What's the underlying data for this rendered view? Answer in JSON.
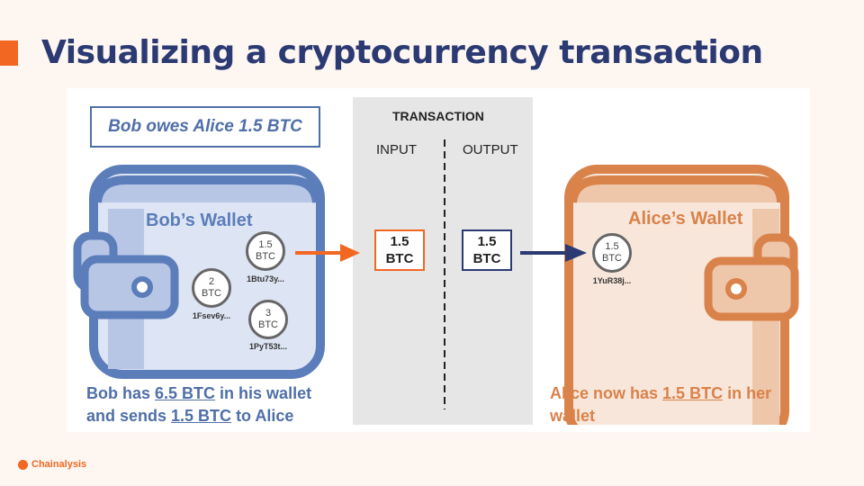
{
  "title": "Visualizing a cryptocurrency transaction",
  "owes": "Bob owes Alice 1.5 BTC",
  "transaction": {
    "heading": "TRANSACTION",
    "input_label": "INPUT",
    "output_label": "OUTPUT",
    "input_value": "1.5",
    "input_unit": "BTC",
    "output_value": "1.5",
    "output_unit": "BTC"
  },
  "bob": {
    "wallet_label": "Bob’s Wallet",
    "coins": [
      {
        "amount": "1.5",
        "unit": "BTC",
        "address": "1Btu73y..."
      },
      {
        "amount": "2",
        "unit": "BTC",
        "address": "1Fsev6y..."
      },
      {
        "amount": "3",
        "unit": "BTC",
        "address": "1PyT53t..."
      }
    ],
    "caption": {
      "p1": "Bob has ",
      "amt1": "6.5 BTC",
      "p2": " in his wallet",
      "p3": "and sends ",
      "amt2": "1.5 BTC",
      "p4": " to Alice"
    }
  },
  "alice": {
    "wallet_label": "Alice’s Wallet",
    "coins": [
      {
        "amount": "1.5",
        "unit": "BTC",
        "address": "1YuR38j..."
      }
    ],
    "caption": {
      "p1": "Alice now has ",
      "amt1": "1.5 BTC",
      "p2": " in her",
      "p3": "wallet"
    }
  },
  "brand": "Chainalysis",
  "colors": {
    "accent": "#f26722",
    "navy": "#2b3a73",
    "bob": "#5b7dba",
    "alice": "#d9824a"
  }
}
